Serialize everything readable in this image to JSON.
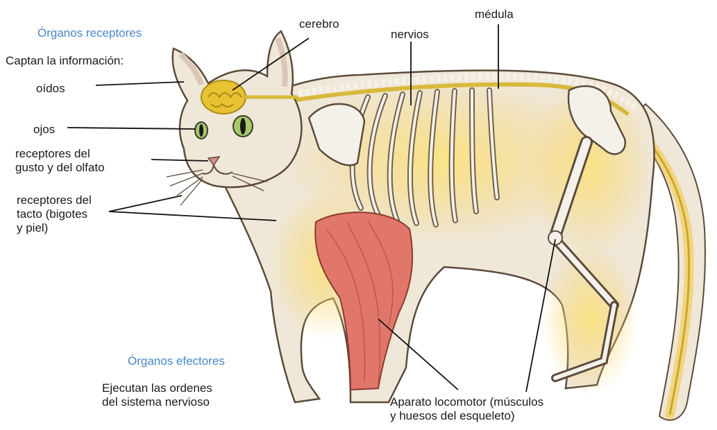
{
  "receptors": {
    "heading": "Órganos receptores",
    "intro": "Captan la información:",
    "items": {
      "oidos": "oídos",
      "ojos": "ojos",
      "gusto": "receptores del\ngusto y del olfato",
      "tacto": "receptores del\ntacto (bigotes\ny piel)"
    }
  },
  "nervous": {
    "cerebro": "cerebro",
    "nervios": "nervios",
    "medula": "médula"
  },
  "effectors": {
    "heading": "Órganos efectores",
    "desc": "Ejecutan las ordenes\ndel sistema nervioso",
    "aparato": "Aparato locomotor (músculos\ny huesos del esqueleto)"
  },
  "colors": {
    "heading": "#4a86c8",
    "fur": "#efe7d8",
    "nervous_glow": "#f7d36a",
    "nerve": "#e8c63a",
    "muscle": "#e0776a",
    "bone": "#f4f1ea",
    "eye": "#a7c96a"
  }
}
